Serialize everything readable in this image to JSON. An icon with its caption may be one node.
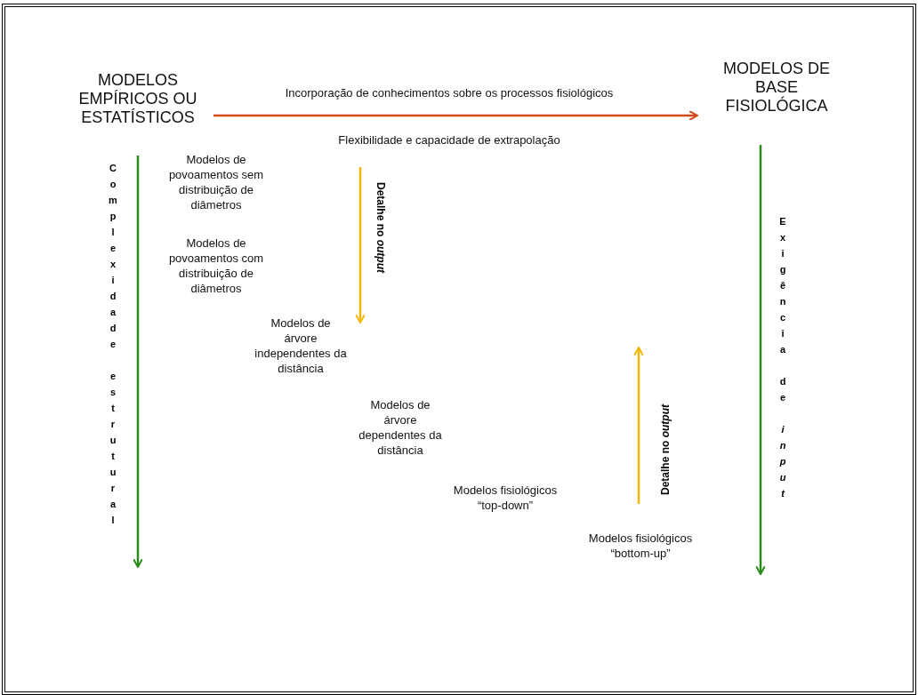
{
  "diagram": {
    "nodes": [
      {
        "text": [
          "MODELOS EMPÍRICOS OU ESTATÍSTICOS"
        ]
      },
      {
        "text": [
          "MODELOS DE BASE FISIOLÓGICA"
        ]
      }
    ],
    "edges": [
      {
        "from": 0,
        "to": 1,
        "arrow": "to",
        "label": "Incorporação de conhecimentos sobre os processos fisiológicos"
      }
    ],
    "labels": [
      "Flexibilidade e capacidade de extrapolação",
      "Complexidade estrutural",
      "Modelos de povoamentos sem distribuição de diâmetros",
      "Modelos de povoamentos com distribuição de diâmetros",
      "Detalhe no *output*",
      "Modelos de árvore independentes da distância",
      "Modelos de árvore dependentes da distância",
      "Modelos fisiológicos “top-down”",
      "Detalhe no *output*",
      "Modelos fisiológicos “bottom-up”",
      "Exigência de *input*"
    ]
  }
}
